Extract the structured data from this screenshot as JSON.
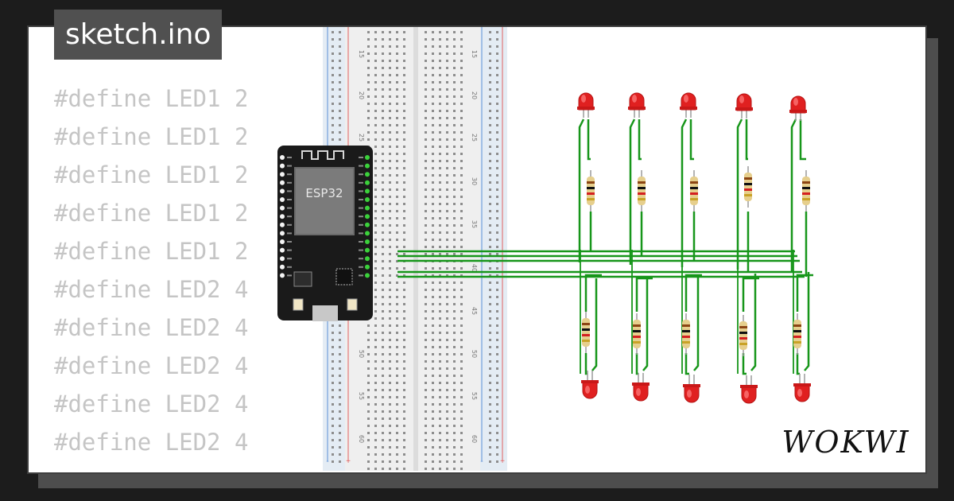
{
  "file_tab": {
    "name": "sketch.ino"
  },
  "code": {
    "lines": [
      "#define LED1 2",
      "#define LED1 2",
      "#define LED1 2",
      "#define LED1 2",
      "#define LED1 2",
      "#define LED2 4",
      "#define LED2 4",
      "#define LED2 4",
      "#define LED2 4",
      "#define LED2 4"
    ]
  },
  "breadboard": {
    "row_labels": [
      "15",
      "20",
      "25",
      "30",
      "35",
      "40",
      "45",
      "50",
      "55",
      "60"
    ],
    "rail_labels": [
      "-",
      "+"
    ]
  },
  "board": {
    "chip_label": "ESP32"
  },
  "brand": {
    "logo_text": "WOKWI"
  },
  "colors": {
    "background": "#1c1c1c",
    "card": "#ffffff",
    "file_tab": "#505050",
    "code_text": "#c5c5c5",
    "wire": "#17961a",
    "led": "#e02020",
    "board": "#1a1a1a"
  },
  "icons": {
    "logo": "wokwi-logo",
    "led": "red-led-icon",
    "resistor": "resistor-icon",
    "microcontroller": "esp32-board-icon"
  }
}
